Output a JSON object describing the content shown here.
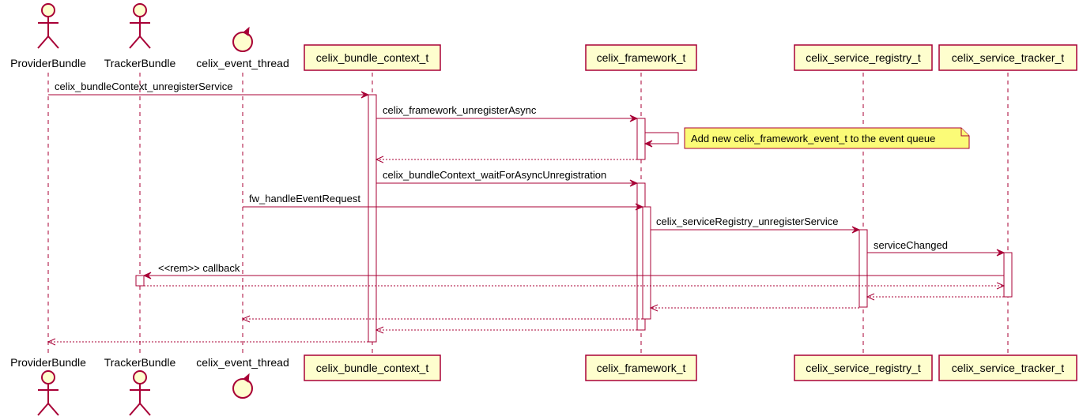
{
  "participants": [
    {
      "id": "provider",
      "label": "ProviderBundle",
      "kind": "actor"
    },
    {
      "id": "tracker",
      "label": "TrackerBundle",
      "kind": "actor"
    },
    {
      "id": "event_thread",
      "label": "celix_event_thread",
      "kind": "control"
    },
    {
      "id": "bundle_ctx",
      "label": "celix_bundle_context_t",
      "kind": "participant"
    },
    {
      "id": "framework",
      "label": "celix_framework_t",
      "kind": "participant"
    },
    {
      "id": "registry",
      "label": "celix_service_registry_t",
      "kind": "participant"
    },
    {
      "id": "svc_tracker",
      "label": "celix_service_tracker_t",
      "kind": "participant"
    }
  ],
  "messages": [
    {
      "from": "provider",
      "to": "bundle_ctx",
      "label": "celix_bundleContext_unregisterService",
      "type": "sync"
    },
    {
      "from": "bundle_ctx",
      "to": "framework",
      "label": "celix_framework_unregisterAsync",
      "type": "sync"
    },
    {
      "from": "framework",
      "to": "framework",
      "label": "",
      "type": "self"
    },
    {
      "from": "framework",
      "to": "bundle_ctx",
      "label": "",
      "type": "return"
    },
    {
      "from": "bundle_ctx",
      "to": "framework",
      "label": "celix_bundleContext_waitForAsyncUnregistration",
      "type": "sync"
    },
    {
      "from": "event_thread",
      "to": "framework",
      "label": "fw_handleEventRequest",
      "type": "sync"
    },
    {
      "from": "framework",
      "to": "registry",
      "label": "celix_serviceRegistry_unregisterService",
      "type": "sync"
    },
    {
      "from": "registry",
      "to": "svc_tracker",
      "label": "serviceChanged",
      "type": "sync"
    },
    {
      "from": "svc_tracker",
      "to": "tracker",
      "label": "<<rem>> callback",
      "type": "sync"
    },
    {
      "from": "tracker",
      "to": "svc_tracker",
      "label": "",
      "type": "return"
    },
    {
      "from": "svc_tracker",
      "to": "registry",
      "label": "",
      "type": "return"
    },
    {
      "from": "registry",
      "to": "framework",
      "label": "",
      "type": "return"
    },
    {
      "from": "framework",
      "to": "event_thread",
      "label": "",
      "type": "return"
    },
    {
      "from": "framework",
      "to": "bundle_ctx",
      "label": "",
      "type": "return"
    },
    {
      "from": "bundle_ctx",
      "to": "provider",
      "label": "",
      "type": "return"
    }
  ],
  "note": {
    "text": "Add new celix_framework_event_t to the event queue",
    "attached_to": "framework"
  },
  "colors": {
    "accent": "#A80036",
    "participant_fill": "#FEFECE",
    "note_fill": "#FBFB77"
  }
}
